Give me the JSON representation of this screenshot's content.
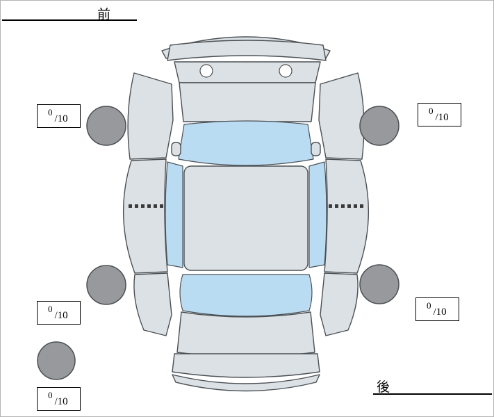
{
  "labels": {
    "front": "前",
    "rear": "後"
  },
  "scores": {
    "front_left": {
      "value": "0",
      "max": "/10"
    },
    "front_right": {
      "value": "0",
      "max": "/10"
    },
    "rear_left": {
      "value": "0",
      "max": "/10"
    },
    "rear_right": {
      "value": "0",
      "max": "/10"
    },
    "spare": {
      "value": "0",
      "max": "/10"
    }
  },
  "colors": {
    "body": "#dce1e6",
    "window": "#b9dcf3",
    "tire": "#98999c",
    "outline": "#4b5054",
    "line": "#000000"
  }
}
